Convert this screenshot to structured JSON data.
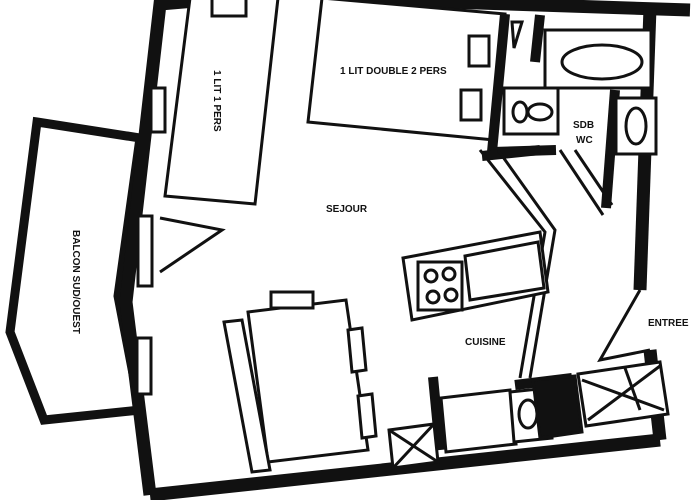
{
  "floor_plan": {
    "rooms": {
      "single_bed": "1 LIT 1 PERS",
      "double_bed": "1 LIT DOUBLE 2 PERS",
      "bathroom_line1": "SDB",
      "bathroom_line2": "WC",
      "living": "SEJOUR",
      "balcony": "BALCON SUD/OUEST",
      "kitchen": "CUISINE",
      "entrance": "ENTREE"
    },
    "colors": {
      "wall": "#111111",
      "background": "#ffffff"
    }
  }
}
